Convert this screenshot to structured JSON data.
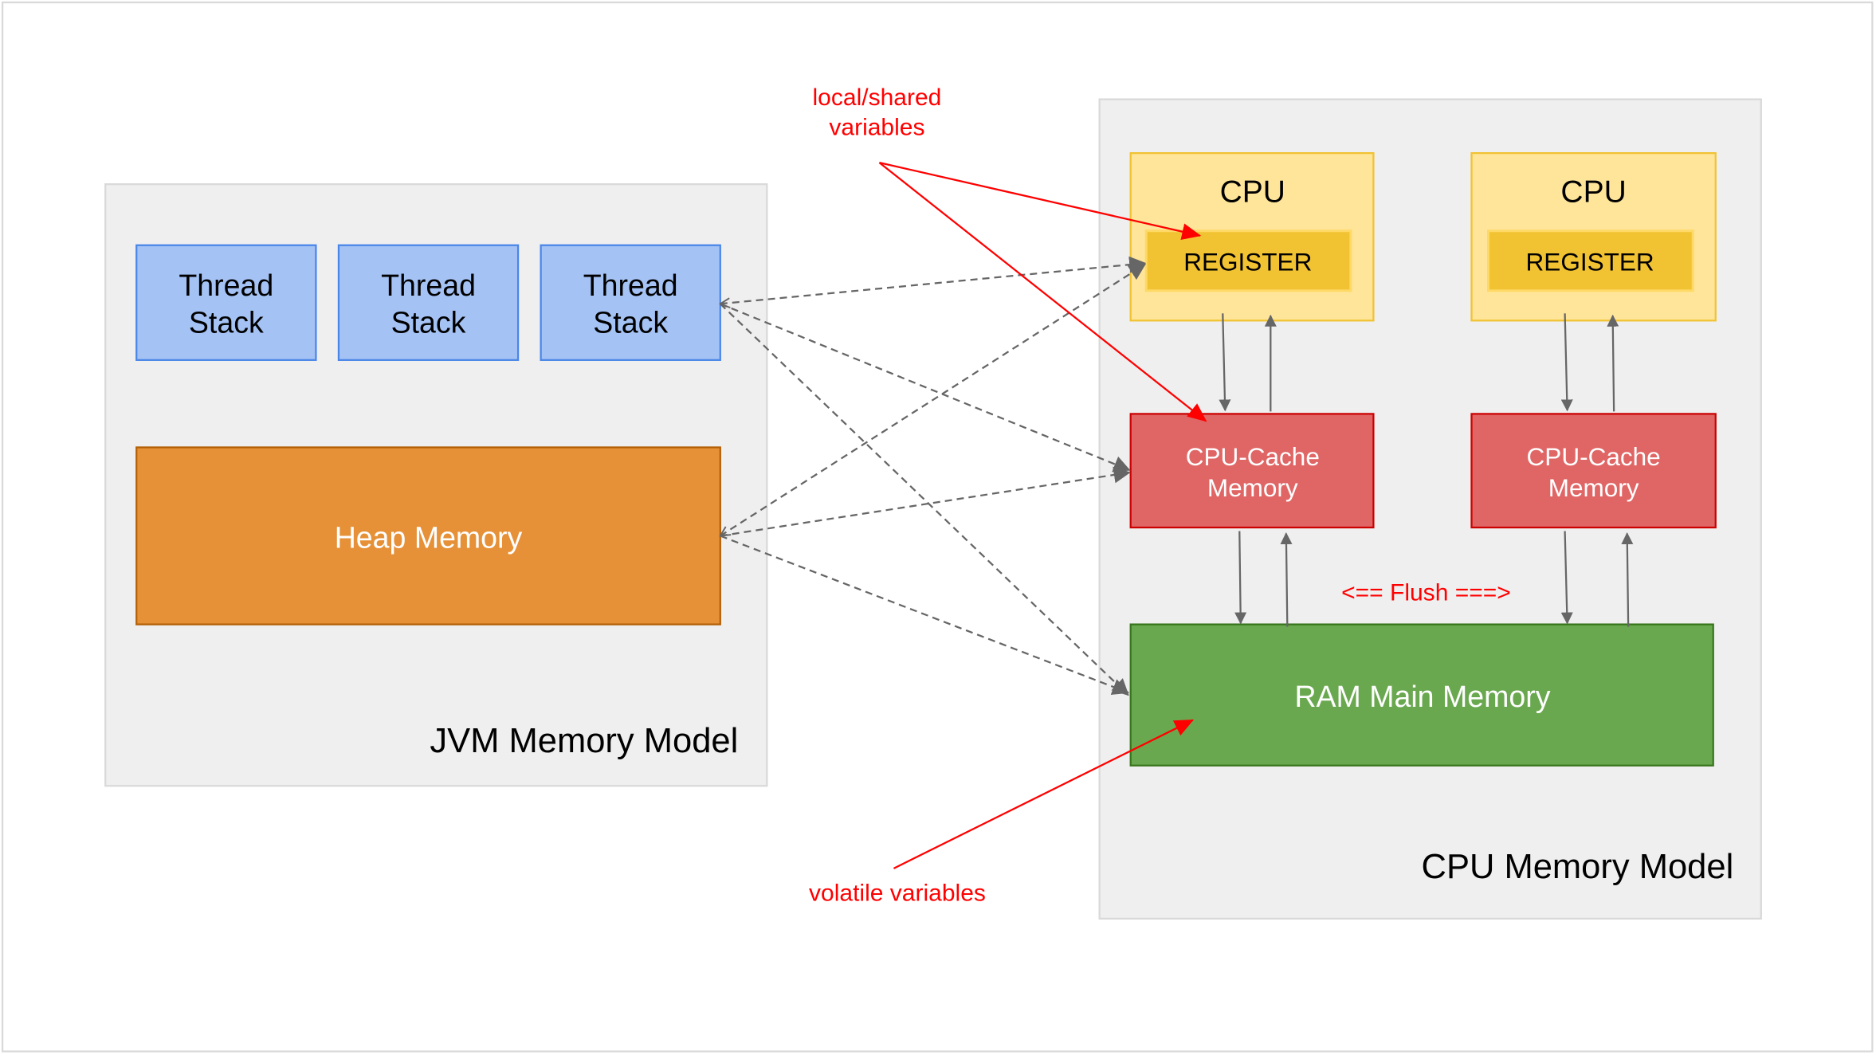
{
  "colors": {
    "panel_fill": "#efefef",
    "panel_stroke": "#d9d9d9",
    "thread_fill": "#a4c2f4",
    "thread_stroke": "#4a86e8",
    "heap_fill": "#e69138",
    "heap_stroke": "#b45f06",
    "cpu_fill": "#ffe599",
    "cpu_stroke": "#f1c232",
    "register_fill": "#f1c232",
    "register_stroke": "#ffd966",
    "cache_fill": "#e06666",
    "cache_stroke": "#cc0000",
    "ram_fill": "#6aa84f",
    "ram_stroke": "#38761d",
    "annotation": "#ff0000",
    "connector": "#666666"
  },
  "jvm": {
    "title": "JVM Memory Model",
    "thread_stacks": [
      {
        "line1": "Thread",
        "line2": "Stack"
      },
      {
        "line1": "Thread",
        "line2": "Stack"
      },
      {
        "line1": "Thread",
        "line2": "Stack"
      }
    ],
    "heap": "Heap Memory"
  },
  "cpu_model": {
    "title": "CPU Memory Model",
    "cpus": [
      {
        "label": "CPU",
        "register": "REGISTER",
        "cache_line1": "CPU-Cache",
        "cache_line2": "Memory"
      },
      {
        "label": "CPU",
        "register": "REGISTER",
        "cache_line1": "CPU-Cache",
        "cache_line2": "Memory"
      }
    ],
    "ram": "RAM Main Memory",
    "flush": "<== Flush ===>"
  },
  "annotations": {
    "local_shared_line1": "local/shared",
    "local_shared_line2": "variables",
    "volatile": "volatile variables"
  }
}
